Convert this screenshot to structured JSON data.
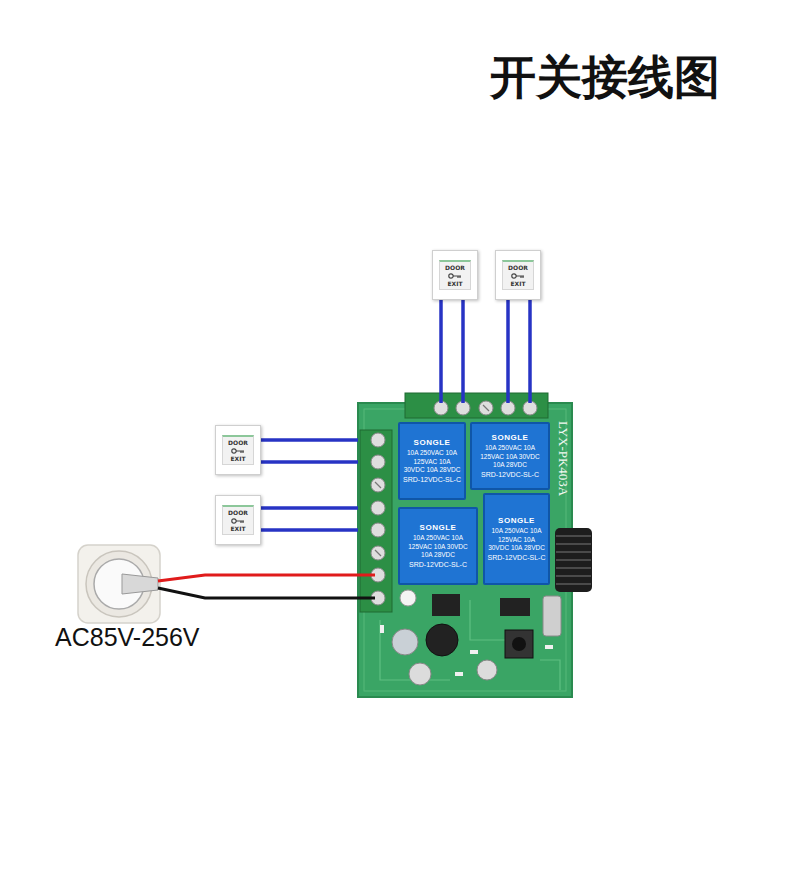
{
  "diagram": {
    "title": "开关接线图",
    "nodes": [
      {
        "text": [
          "DOOR",
          "EXIT"
        ]
      },
      {
        "text": [
          "DOOR",
          "EXIT"
        ]
      },
      {
        "text": [
          "DOOR",
          "EXIT"
        ]
      },
      {
        "text": [
          "DOOR",
          "EXIT"
        ]
      },
      {
        "text": [
          "LYX-PK403A"
        ]
      },
      {
        "text": [
          "SONGLE",
          "10A 250VAC 10A 125VAC 10A 30VDC 10A 28VDC",
          "SRD-12VDC-SL-C"
        ],
        "in": 4
      },
      {
        "text": [
          "SONGLE",
          "10A 250VAC 10A 125VAC 10A 30VDC 10A 28VDC",
          "SRD-12VDC-SL-C"
        ],
        "in": 4
      },
      {
        "text": [
          "SONGLE",
          "10A 250VAC 10A 125VAC 10A 30VDC 10A 28VDC",
          "SRD-12VDC-SL-C"
        ],
        "in": 4
      },
      {
        "text": [
          "SONGLE",
          "10A 250VAC 10A 125VAC 10A 30VDC 10A 28VDC",
          "SRD-12VDC-SL-C"
        ],
        "in": 4
      }
    ],
    "edges": [
      {
        "from": 0,
        "to": 4,
        "arrow": "none"
      },
      {
        "from": 0,
        "to": 4,
        "arrow": "none"
      },
      {
        "from": 1,
        "to": 4,
        "arrow": "none"
      },
      {
        "from": 1,
        "to": 4,
        "arrow": "none"
      },
      {
        "from": 2,
        "to": 4,
        "arrow": "none"
      },
      {
        "from": 2,
        "to": 4,
        "arrow": "none"
      },
      {
        "from": 3,
        "to": 4,
        "arrow": "none"
      },
      {
        "from": 3,
        "to": 4,
        "arrow": "none"
      }
    ],
    "labels": [
      "AC85V-256V"
    ]
  }
}
